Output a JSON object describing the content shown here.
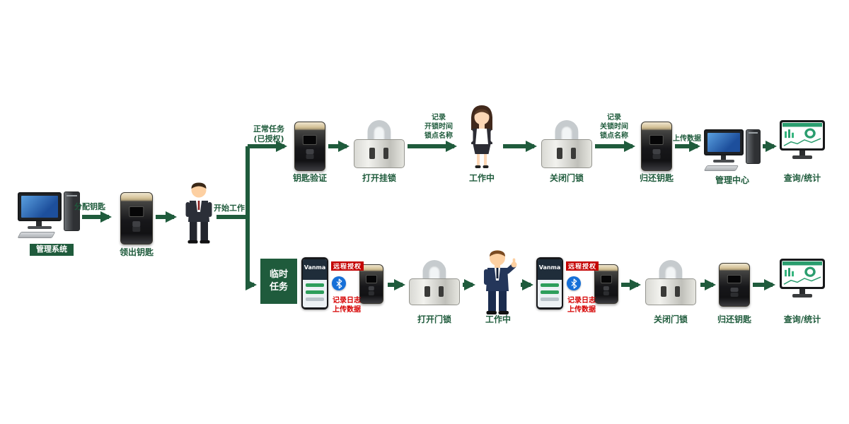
{
  "colors": {
    "green": "#1f5b3c",
    "red": "#c40000",
    "red_text": "#d60000",
    "bluetooth_blue": "#1670d8"
  },
  "start": {
    "pc_label": "管理系统",
    "assign_label": "分配钥匙",
    "key_label": "领出钥匙",
    "begin_label": "开始工作"
  },
  "top_branch": {
    "condition": "正常任务\n(已授权)",
    "verify_label": "钥匙验证",
    "open_label": "打开挂锁",
    "record_open_note": "记录\n开锁时间\n锁点名称",
    "working_label": "工作中",
    "close_label": "关闭门锁",
    "record_close_note": "记录\n关锁时间\n锁点名称",
    "return_label": "归还钥匙",
    "upload_label": "上传数据",
    "center_label": "管理中心",
    "query_label": "查询/统计"
  },
  "bottom_branch": {
    "condition": "临时\n任务",
    "phone_brand": "Vanma",
    "remote_auth_label": "远程授权",
    "log_note": "记录日志\n上传数据",
    "open_label": "打开门锁",
    "working_label": "工作中",
    "close_label": "关闭门锁",
    "return_label": "归还钥匙",
    "query_label": "查询/统计"
  }
}
